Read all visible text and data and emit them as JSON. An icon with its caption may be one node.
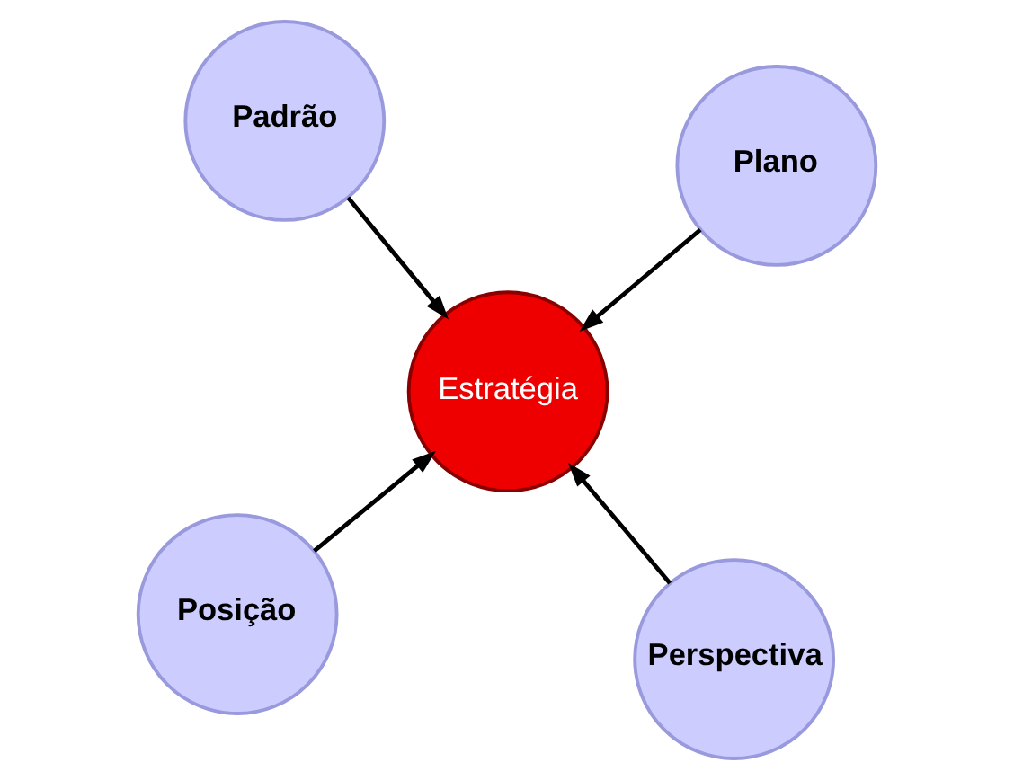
{
  "diagram": {
    "nodes": [
      {
        "text": [
          "Posição"
        ]
      },
      {
        "text": [
          "Perspectiva"
        ]
      },
      {
        "text": [
          "Estratégia"
        ]
      },
      {
        "text": [
          "Padrão"
        ]
      },
      {
        "text": [
          "Plano"
        ]
      }
    ],
    "edges": [
      {
        "from": 0,
        "to": 2,
        "arrow": "to"
      },
      {
        "from": 1,
        "to": 2,
        "arrow": "to"
      },
      {
        "from": 3,
        "to": 2,
        "arrow": "to"
      },
      {
        "from": 4,
        "to": 2,
        "arrow": "to"
      }
    ]
  }
}
